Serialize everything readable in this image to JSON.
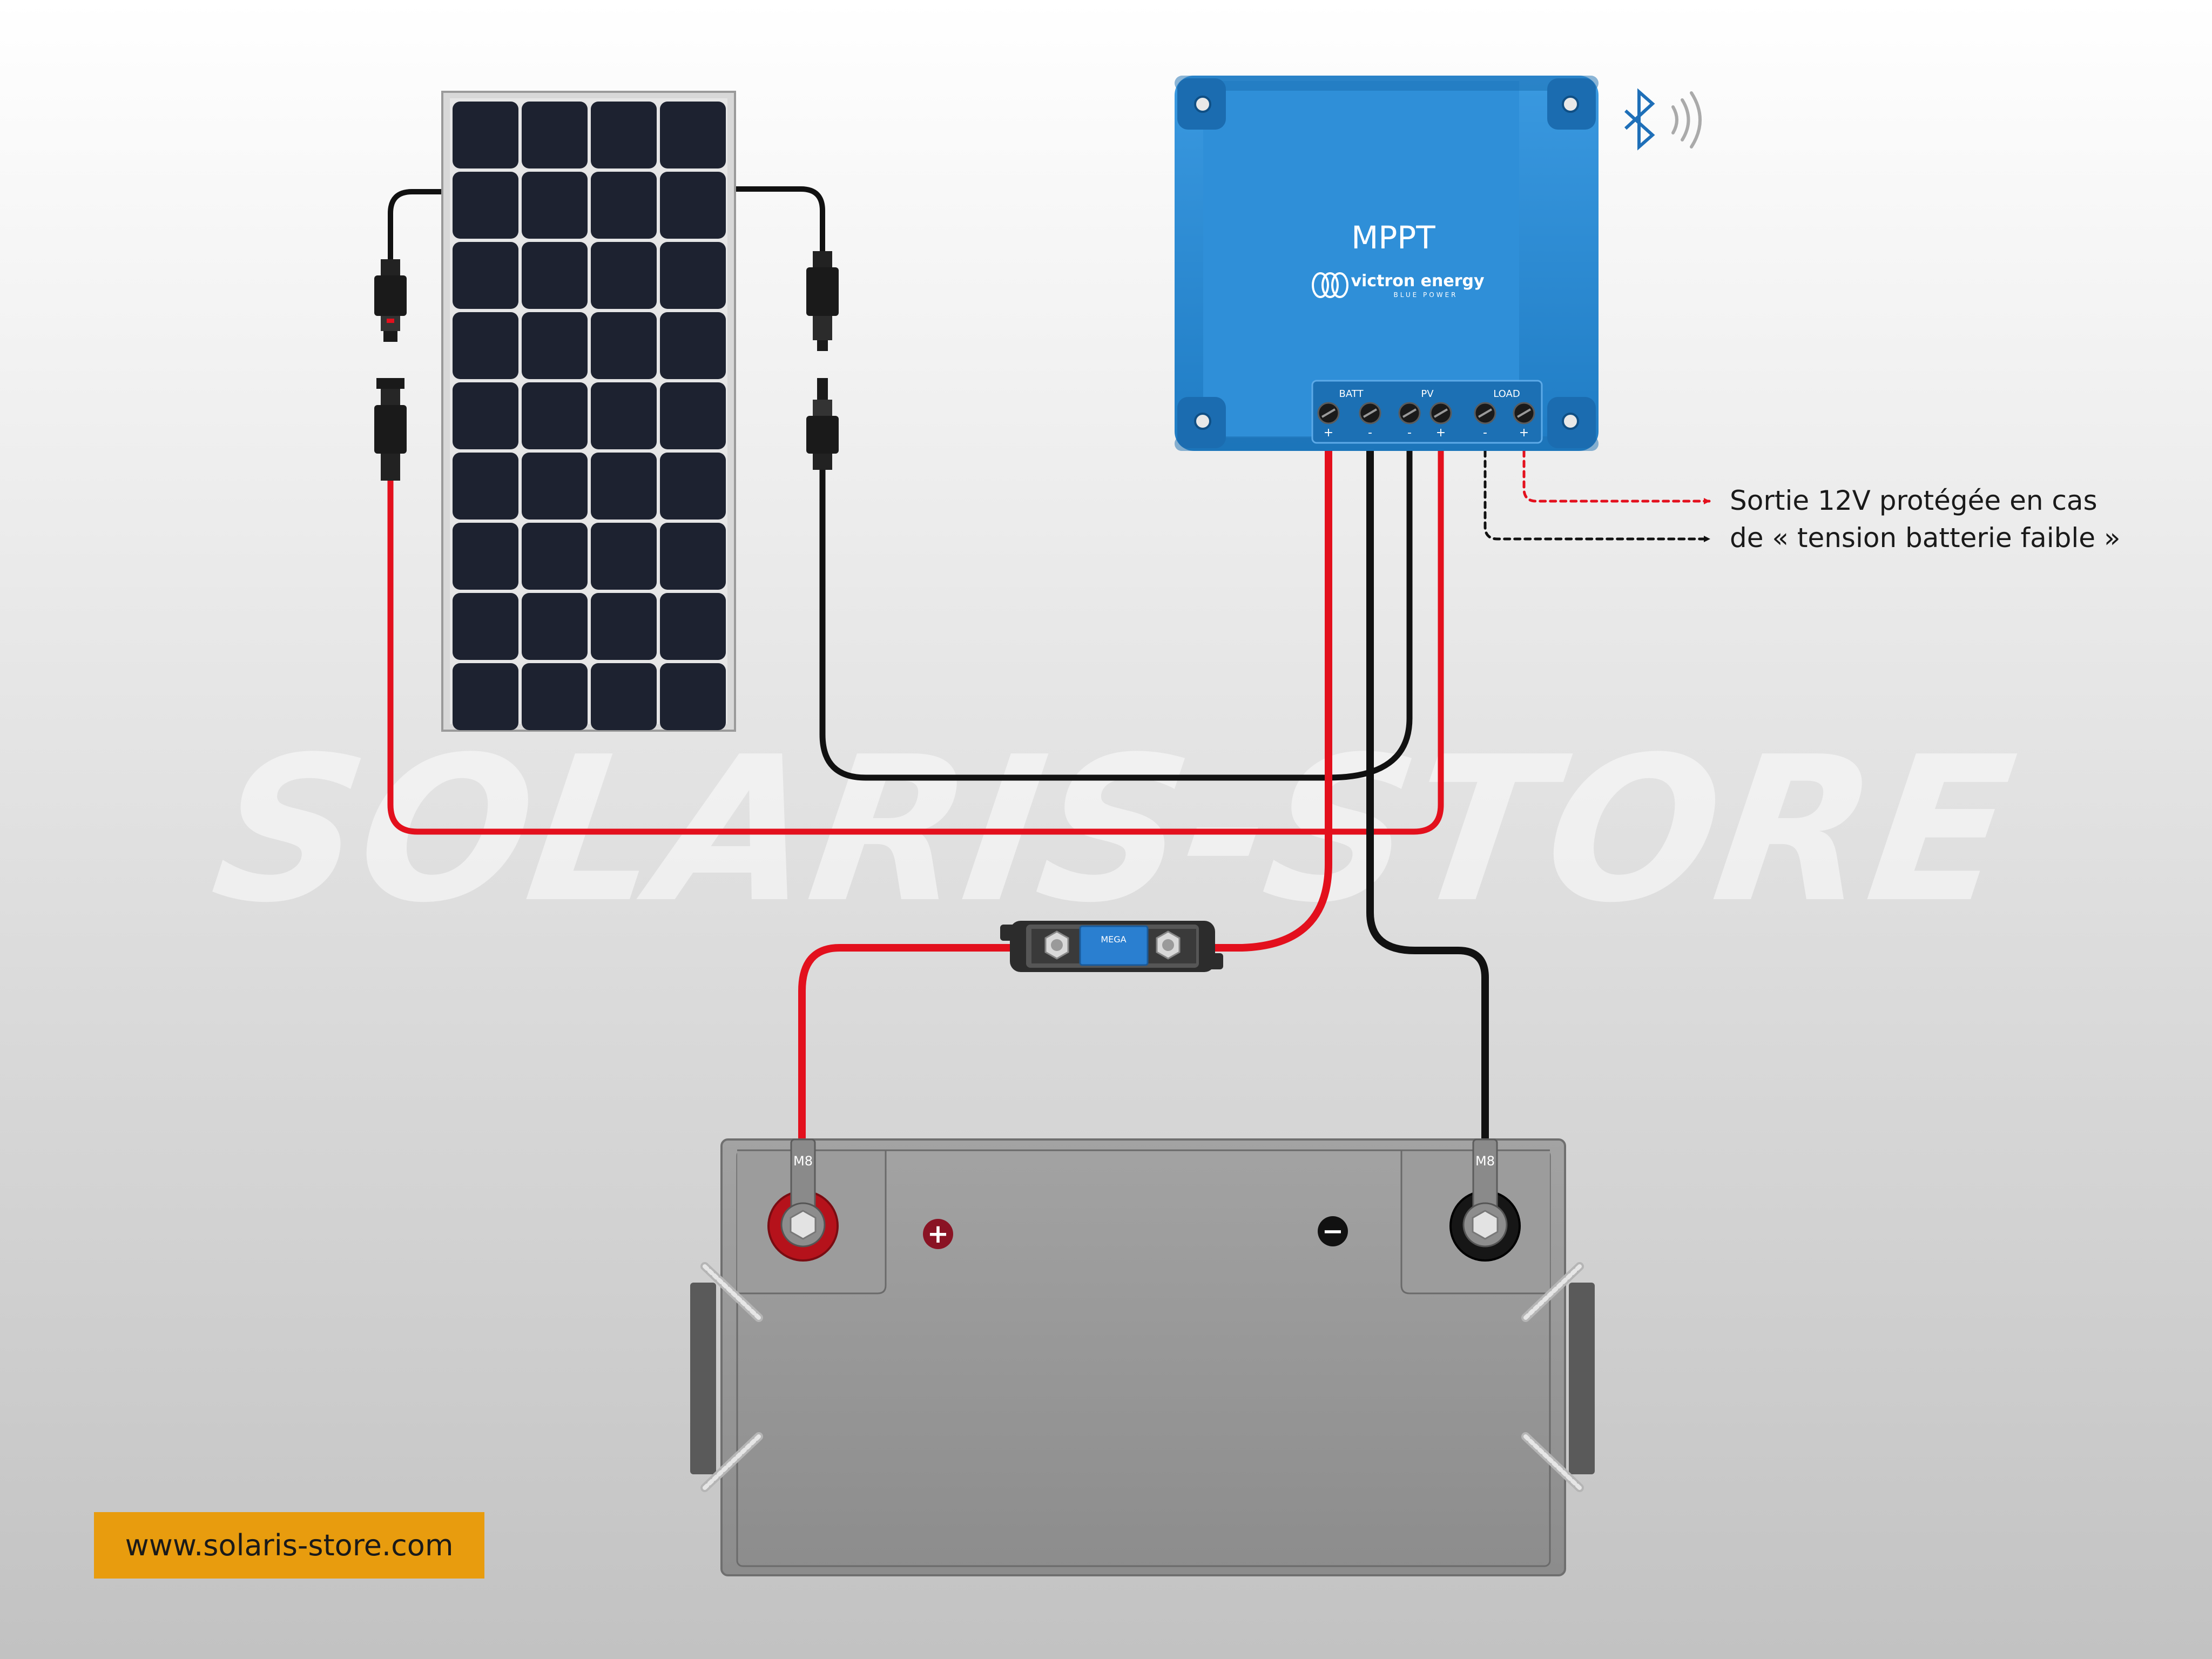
{
  "watermark": "SOLARIS-STORE",
  "controller": {
    "title": "MPPT",
    "brand": "victron energy",
    "brand_sub": "BLUE POWER",
    "terminal_groups": [
      "BATT",
      "PV",
      "LOAD"
    ],
    "terminal_signs": [
      "+",
      "-",
      "-",
      "+",
      "-",
      "+"
    ]
  },
  "bluetooth_icon": "bluetooth-icon",
  "annotation": {
    "line1": "Sortie 12V protégée en cas",
    "line2": "de « tension batterie faible »"
  },
  "fuse": {
    "label": "MEGA"
  },
  "battery": {
    "left_terminal": "M8",
    "right_terminal": "M8",
    "plus_symbol": "+",
    "minus_symbol": "−"
  },
  "website": "www.solaris-store.com",
  "colors": {
    "wire_positive": "#e3101d",
    "wire_negative": "#111111",
    "controller_blue": "#2a8bd6",
    "website_badge": "#e89c0e"
  }
}
